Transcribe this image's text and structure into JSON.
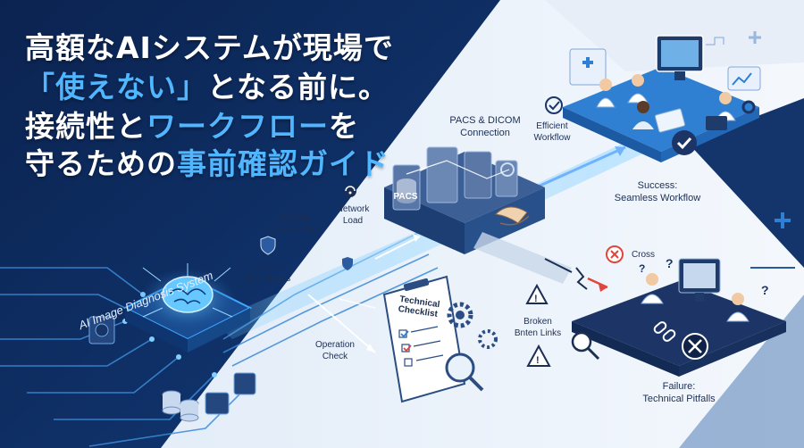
{
  "headline": {
    "line1": "高額なAIシステムが現場で",
    "line2_accent": "「使えない」",
    "line2_rest": "となる前に。",
    "line3_plain": "接続性と",
    "line3_accent": "ワークフロー",
    "line3_rest": "を",
    "line4_plain": "守るための",
    "line4_accent": "事前確認ガイド"
  },
  "labels": {
    "ai_system": "AI Image Diagnosis System",
    "pacs_dicom": [
      "PACS & DICOM",
      "Connection"
    ],
    "pacs_server": "PACS",
    "efficient": [
      "Efficient",
      "Workflow"
    ],
    "success": [
      "Success:",
      "Seamless Workflow"
    ],
    "network": [
      "Network",
      "Load"
    ],
    "dicom_specs": [
      "DICOM",
      "Specifications"
    ],
    "security": [
      "Security",
      "Boundaries"
    ],
    "operation": [
      "Operation",
      "Check"
    ],
    "checklist": [
      "Technical",
      "Checklist"
    ],
    "cross": "Cross",
    "broken": [
      "Broken",
      "Bnten Links"
    ],
    "failure": [
      "Failure:",
      "Technical Pitfalls"
    ]
  },
  "colors": {
    "navy": "#0d2a5a",
    "accent_blue": "#4fb6ff",
    "panel_blue": "#2f7fd3",
    "error_red": "#e0463c",
    "warning": "#1c2f52"
  },
  "icons": [
    "brain-chip-icon",
    "server-rack-icon",
    "handshake-icon",
    "checkmark-icon",
    "wifi-icon",
    "shield-icon",
    "checklist-icon",
    "magnifier-icon",
    "gear-icon",
    "warning-icon",
    "broken-link-icon",
    "x-circle-icon",
    "doctor-icon",
    "monitor-icon",
    "database-icon"
  ]
}
